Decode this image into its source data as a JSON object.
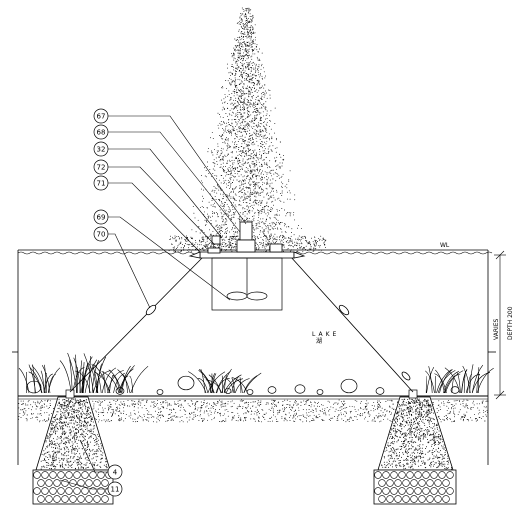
{
  "callouts": [
    {
      "id": "c67",
      "label": "67"
    },
    {
      "id": "c68",
      "label": "68"
    },
    {
      "id": "c32",
      "label": "32"
    },
    {
      "id": "c72",
      "label": "72"
    },
    {
      "id": "c71",
      "label": "71"
    },
    {
      "id": "c69",
      "label": "69"
    },
    {
      "id": "c70",
      "label": "70"
    },
    {
      "id": "c4",
      "label": "4"
    },
    {
      "id": "c11",
      "label": "11"
    }
  ],
  "labels": {
    "water_level": "WL",
    "lake": "LAKE",
    "lake_cn": "湖",
    "dim_label_1": "VARIES",
    "dim_label_2": "DEPTH 200"
  },
  "colors": {
    "line": "#000000",
    "background": "#ffffff",
    "stipple": "#000000"
  }
}
